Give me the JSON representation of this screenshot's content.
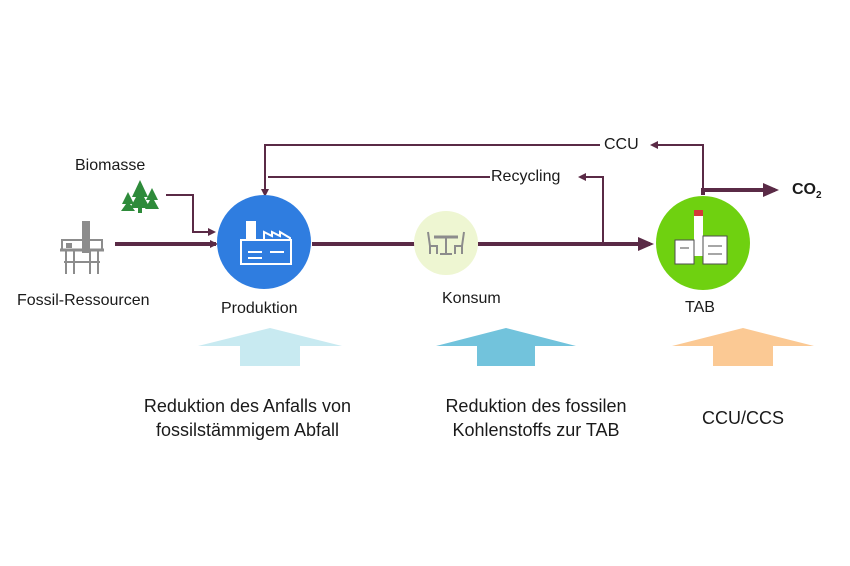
{
  "labels": {
    "biomass": "Biomasse",
    "fossil": "Fossil-Ressourcen",
    "production": "Produktion",
    "consumption": "Konsum",
    "tab": "TAB",
    "ccu": "CCU",
    "recycling": "Recycling",
    "co2_main": "CO",
    "co2_sub": "2"
  },
  "captions": {
    "left": [
      "Reduktion des Anfalls von",
      "fossilstämmigem Abfall"
    ],
    "middle": [
      "Reduktion des fossilen",
      "Kohlenstoffs zur TAB"
    ],
    "right": [
      "CCU/CCS"
    ]
  },
  "colors": {
    "flow": "#5a2a46",
    "production_circle": "#2f7de0",
    "consumption_circle": "#eef6d2",
    "tab_circle": "#6fd110",
    "arrow_left": "#c8eaf1",
    "arrow_middle": "#72c3dc",
    "arrow_right": "#fbc994",
    "tree": "#2e8b3a",
    "icon_grey": "#8c8c8c"
  },
  "icons": {
    "biomass": "tree-icon",
    "fossil": "oil-rig-icon",
    "production": "factory-icon",
    "consumption": "table-chairs-icon",
    "tab": "incinerator-plant-icon"
  }
}
